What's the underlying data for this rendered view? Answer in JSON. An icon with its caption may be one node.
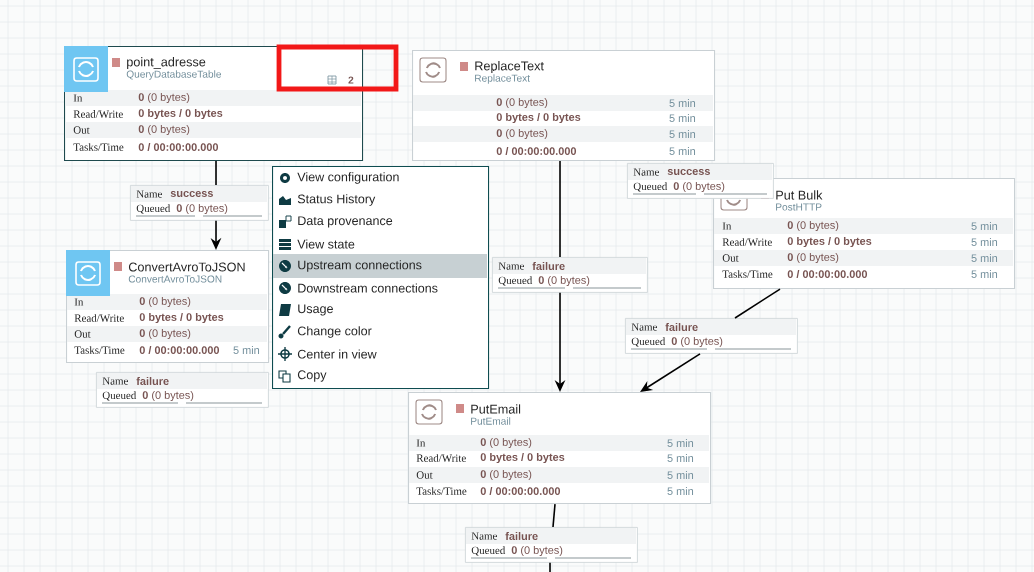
{
  "diagram": {
    "nodes": [
      {
        "text": [
          "point_adresse",
          "QueryDatabaseTable",
          "2",
          "In",
          "**0** (0 bytes)",
          "Read/Write",
          "0 bytes / 0 bytes",
          "Out",
          "**0** (0 bytes)",
          "Tasks/Time",
          "0 / 00:00:00.000"
        ]
      },
      {
        "text": [
          "ReplaceText",
          "ReplaceText",
          "**0** (0 bytes)",
          "5 min",
          "0 bytes / 0 bytes",
          "5 min",
          "**0** (0 bytes)",
          "5 min",
          "0 / 00:00:00.000",
          "5 min"
        ]
      },
      {
        "text": [
          "ConvertAvroToJSON",
          "ConvertAvroToJSON",
          "In",
          "**0** (0 bytes)",
          "Read/Write",
          "0 bytes / 0 bytes",
          "Out",
          "**0** (0 bytes)",
          "Tasks/Time",
          "0 / 00:00:00.000",
          "5 min"
        ]
      },
      {
        "text": [
          "Put Bulk",
          "PostHTTP",
          "In",
          "**0** (0 bytes)",
          "5 min",
          "Read/Write",
          "0 bytes / 0 bytes",
          "5 min",
          "Out",
          "**0** (0 bytes)",
          "5 min",
          "Tasks/Time",
          "0 / 00:00:00.000",
          "5 min"
        ]
      },
      {
        "text": [
          "PutEmail",
          "PutEmail",
          "In",
          "**0** (0 bytes)",
          "5 min",
          "Read/Write",
          "0 bytes / 0 bytes",
          "5 min",
          "Out",
          "**0** (0 bytes)",
          "5 min",
          "Tasks/Time",
          "0 / 00:00:00.000",
          "5 min"
        ]
      },
      {
        "text": [
          "View configuration",
          "Status History",
          "Data provenance",
          "View state",
          "Upstream connections",
          "Downstream connections",
          "Usage",
          "Change color",
          "Center in view",
          "Copy"
        ]
      },
      {
        "text": [
          "Name",
          "success",
          "Queued",
          "**0** (0 bytes)"
        ]
      },
      {
        "text": [
          "Name",
          "failure",
          "Queued",
          "**0** (0 bytes)"
        ]
      },
      {
        "text": [
          "Name",
          "success",
          "Queued",
          "**0** (0 bytes)"
        ]
      },
      {
        "text": [
          "Name",
          "failure",
          "Queued",
          "**0** (0 bytes)"
        ]
      },
      {
        "text": [
          "Name",
          "failure",
          "Queued",
          "**0** (0 bytes)"
        ]
      },
      {
        "text": [
          "Name",
          "failure",
          "Queued",
          "**0** (0 bytes)"
        ]
      }
    ],
    "edges": [
      {
        "from": 0,
        "to": 6,
        "arrow": "none"
      },
      {
        "from": 6,
        "to": 2,
        "arrow": "to"
      },
      {
        "from": 1,
        "to": 9,
        "arrow": "none"
      },
      {
        "from": 9,
        "to": 4,
        "arrow": "to"
      },
      {
        "from": 3,
        "to": 10,
        "arrow": "none"
      },
      {
        "from": 10,
        "to": 4,
        "arrow": "to"
      },
      {
        "from": 4,
        "to": 11,
        "arrow": "none"
      },
      {
        "from": 11,
        "to": null,
        "arrow": "none"
      }
    ]
  }
}
